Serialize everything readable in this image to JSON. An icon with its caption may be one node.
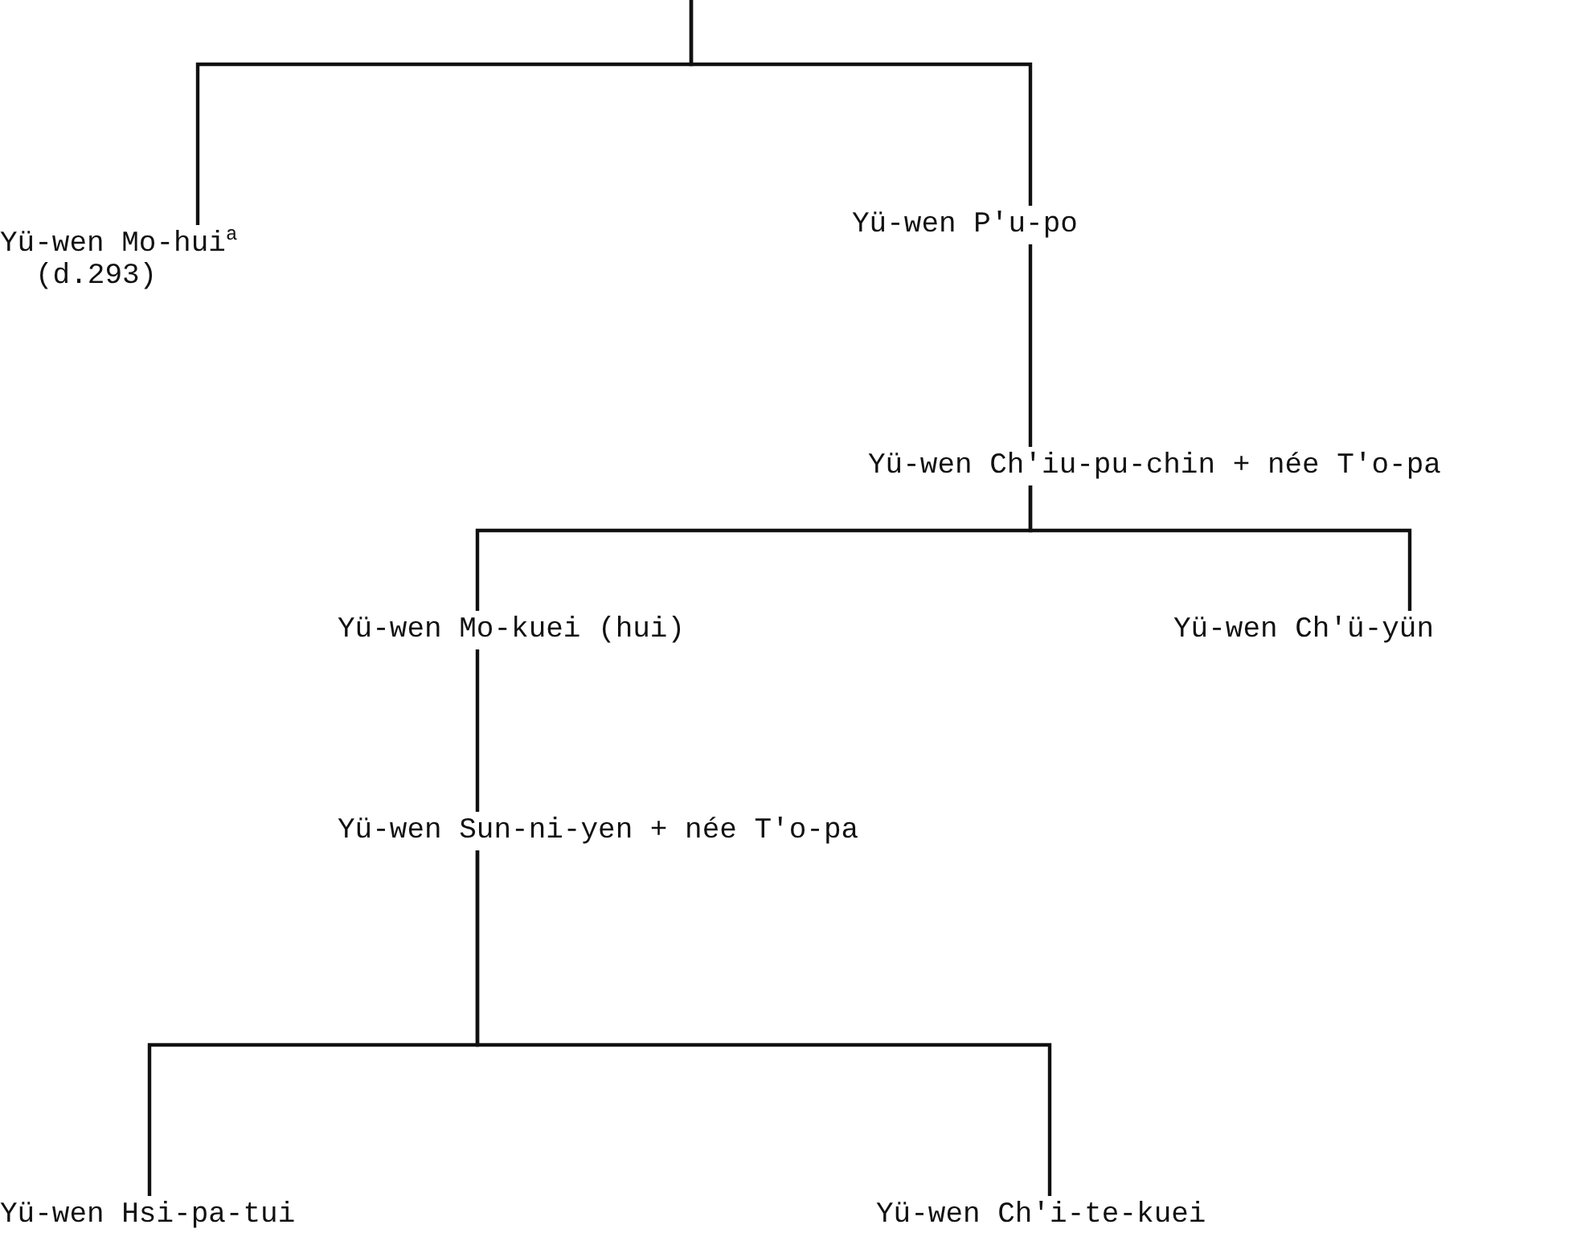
{
  "diagram": {
    "nodes": [
      {
        "text": [
          "Yü-wen Mo-hui$^{a}$",
          "(d.293)"
        ]
      },
      {
        "text": [
          "Yü-wen P'u-po"
        ]
      },
      {
        "text": [
          "Yü-wen Ch'iu-pu-chin + née T'o-pa"
        ]
      },
      {
        "text": [
          "Yü-wen Mo-kuei (hui)"
        ]
      },
      {
        "text": [
          "Yü-wen Ch'ü-yün"
        ]
      },
      {
        "text": [
          "Yü-wen Sun-ni-yen + née T'o-pa"
        ]
      },
      {
        "text": [
          "Yü-wen Hsi-pa-tui"
        ]
      },
      {
        "text": [
          "Yü-wen Ch'i-te-kuei"
        ]
      }
    ],
    "edges": [
      {
        "from": null,
        "to": 0,
        "arrow": "none"
      },
      {
        "from": null,
        "to": 1,
        "arrow": "none"
      },
      {
        "from": 1,
        "to": 2,
        "arrow": "none"
      },
      {
        "from": 2,
        "to": 3,
        "arrow": "none"
      },
      {
        "from": 2,
        "to": 4,
        "arrow": "none"
      },
      {
        "from": 3,
        "to": 5,
        "arrow": "none"
      },
      {
        "from": 5,
        "to": 6,
        "arrow": "none"
      },
      {
        "from": 5,
        "to": 7,
        "arrow": "none"
      }
    ]
  }
}
